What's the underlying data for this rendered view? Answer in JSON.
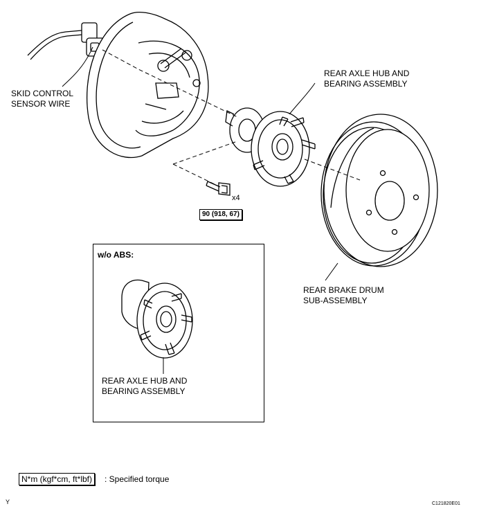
{
  "labels": {
    "sensor_wire": [
      "SKID CONTROL",
      "SENSOR WIRE"
    ],
    "hub_assembly": [
      "REAR AXLE HUB AND",
      "BEARING ASSEMBLY"
    ],
    "brake_drum": [
      "REAR BRAKE DRUM",
      "SUB-ASSEMBLY"
    ],
    "bolt_qty": "x4",
    "torque_spec": "90 (918, 67)"
  },
  "inset": {
    "title": "w/o ABS:",
    "hub_assembly": [
      "REAR AXLE HUB AND",
      "BEARING ASSEMBLY"
    ]
  },
  "legend": {
    "units": "N*m (kgf*cm, ft*lbf)",
    "description": ": Specified torque"
  },
  "corner_marks": {
    "left": "Y",
    "right": "C121820E01"
  }
}
